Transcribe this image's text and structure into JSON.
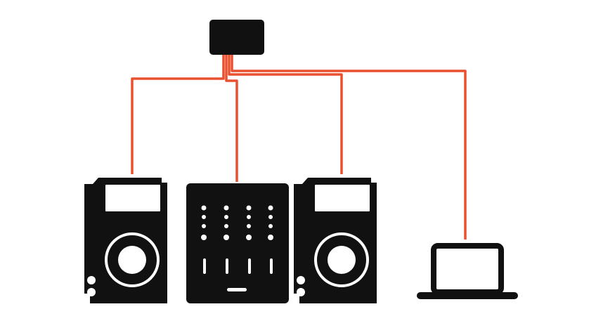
{
  "colors": {
    "background": "#ffffff",
    "equipment": "#111111",
    "cable": "#e8502f",
    "detail": "#ffffff"
  },
  "diagram": {
    "hub": {
      "icon": "network-hub-icon"
    },
    "devices": [
      {
        "id": "player-left",
        "icon": "cdj-player-icon"
      },
      {
        "id": "mixer",
        "icon": "dj-mixer-icon"
      },
      {
        "id": "player-right",
        "icon": "cdj-player-icon"
      },
      {
        "id": "laptop",
        "icon": "laptop-icon"
      }
    ],
    "connections": [
      {
        "from": "hub",
        "to": "player-left"
      },
      {
        "from": "hub",
        "to": "mixer"
      },
      {
        "from": "hub",
        "to": "player-right"
      },
      {
        "from": "hub",
        "to": "laptop"
      }
    ]
  }
}
